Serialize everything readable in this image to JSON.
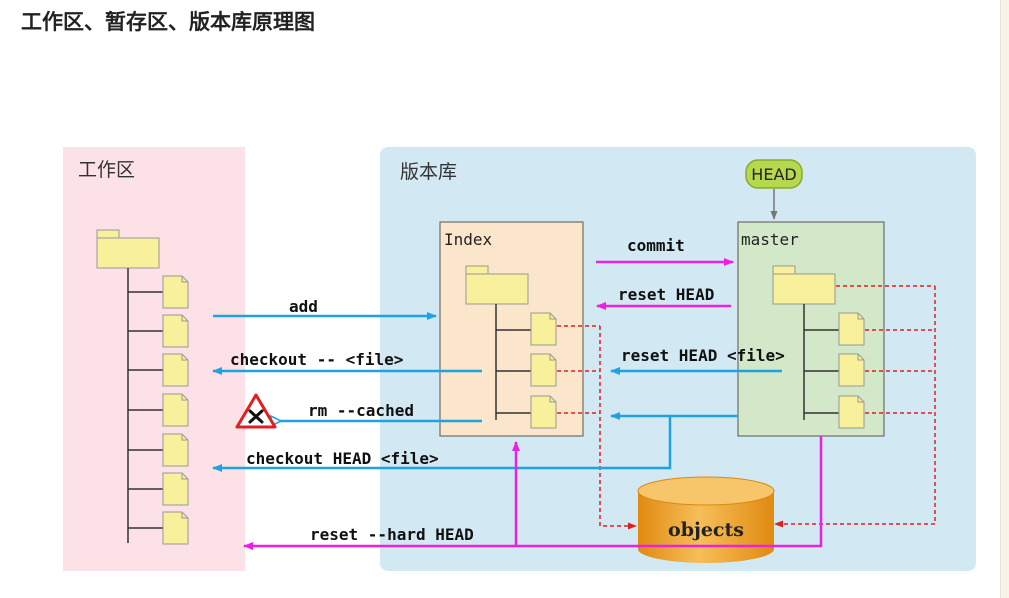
{
  "page": {
    "title": "工作区、暂存区、版本库原理图"
  },
  "zones": {
    "working": "工作区",
    "repository": "版本库"
  },
  "boxes": {
    "index": "Index",
    "master": "master",
    "head": "HEAD",
    "objects": "objects"
  },
  "commands": {
    "add": "add",
    "checkout_file": "checkout -- <file>",
    "rm_cached": "rm --cached",
    "checkout_head_file": "checkout HEAD <file>",
    "reset_hard_head": "reset --hard HEAD",
    "commit": "commit",
    "reset_head": "reset HEAD",
    "reset_head_file": "reset HEAD <file>"
  },
  "colors": {
    "working_bg": "#fce1e6",
    "repo_bg": "#d2e9f4",
    "index_bg": "#fbe6cc",
    "master_bg": "#d3e8c9",
    "folder": "#f8f09a",
    "blue_arrow": "#1fa3e0",
    "magenta_arrow": "#ea22e0",
    "dashed_red": "#e02020",
    "head_badge": "#b5d84c",
    "objects_cylinder": "#f0a12a"
  }
}
